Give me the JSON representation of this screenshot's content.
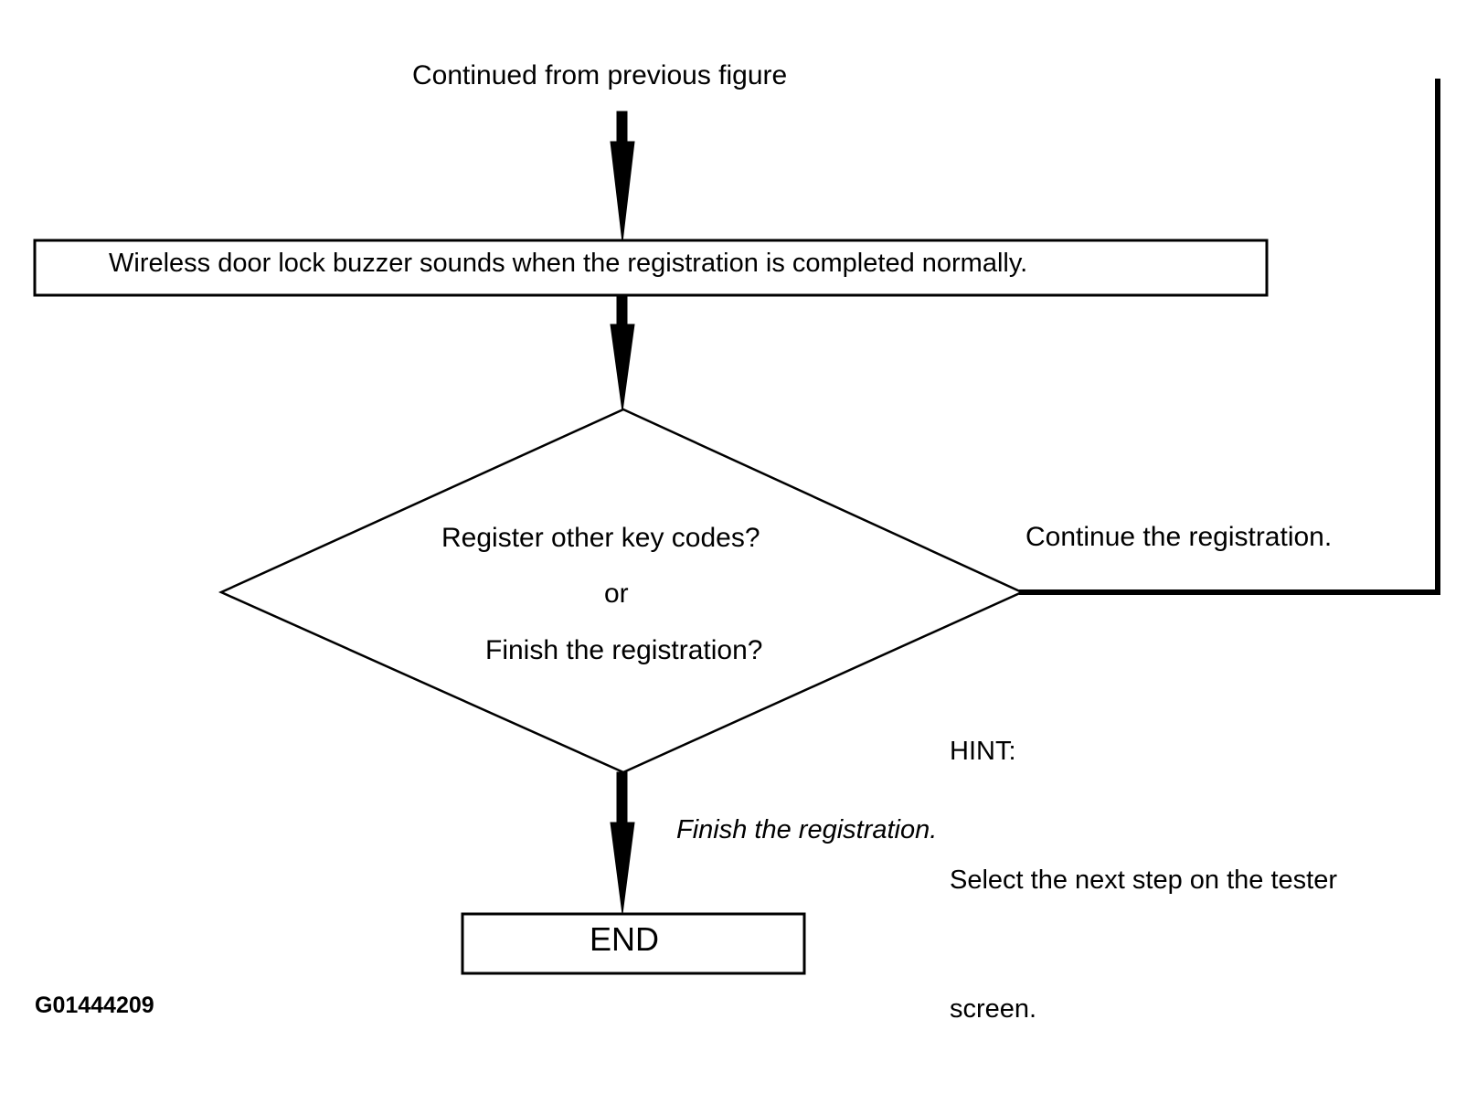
{
  "figure": {
    "id_label": "G01444209",
    "type": "flowchart"
  },
  "nodes": {
    "entry_label": "Continued from previous figure",
    "process_box": {
      "text": "Wireless door lock buzzer sounds when the registration is completed normally."
    },
    "decision": {
      "line1": "Register other key codes?",
      "line2": "or",
      "line3": "Finish the registration?"
    },
    "terminator": {
      "label": "END"
    }
  },
  "branches": {
    "continue": {
      "label": "Continue the registration."
    },
    "finish": {
      "label": "Finish the registration."
    }
  },
  "hint": {
    "title": "HINT:",
    "line1": "Select the next step on the tester",
    "line2": "screen."
  },
  "colors": {
    "stroke": "#000000",
    "fill": "#ffffff",
    "text": "#000000"
  }
}
